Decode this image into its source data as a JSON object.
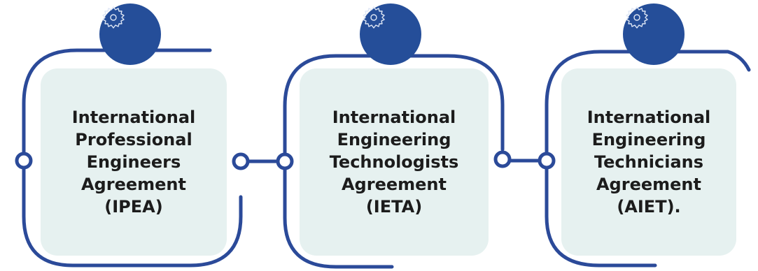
{
  "colors": {
    "frame_stroke": "#2b4a99",
    "card_fill": "#e6f1f0",
    "badge_fill": "#254e99",
    "text": "#1c1c1c"
  },
  "cards": [
    {
      "label": "International\nProfessional\nEngineers\nAgreement\n(IPEA)",
      "icon": "gear-icon"
    },
    {
      "label": "International\nEngineering\nTechnologists\nAgreement\n(IETA)",
      "icon": "gear-icon"
    },
    {
      "label": "International\nEngineering\nTechnicians\nAgreement\n(AIET).",
      "icon": "gear-icon"
    }
  ]
}
